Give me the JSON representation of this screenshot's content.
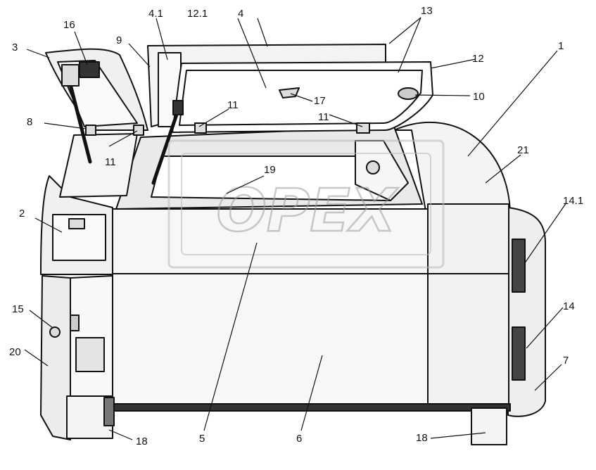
{
  "diagram": {
    "callouts": {
      "c1": "1",
      "c2": "2",
      "c3": "3",
      "c4": "4",
      "c4_1": "4.1",
      "c5": "5",
      "c6": "6",
      "c7": "7",
      "c8": "8",
      "c9": "9",
      "c10": "10",
      "c11_a": "11",
      "c11_b": "11",
      "c11_c": "11",
      "c12": "12",
      "c12_1": "12.1",
      "c13": "13",
      "c14": "14",
      "c14_1": "14.1",
      "c15": "15",
      "c16": "16",
      "c17": "17",
      "c18_a": "18",
      "c18_b": "18",
      "c19": "19",
      "c20": "20",
      "c21": "21"
    },
    "watermark": {
      "text": "OPEX",
      "color": "#b9b9b9"
    },
    "colors": {
      "line": "#111111",
      "panel": "#f2f2f2",
      "shade": "#d6d6d6",
      "dark": "#2a2a2a"
    }
  }
}
